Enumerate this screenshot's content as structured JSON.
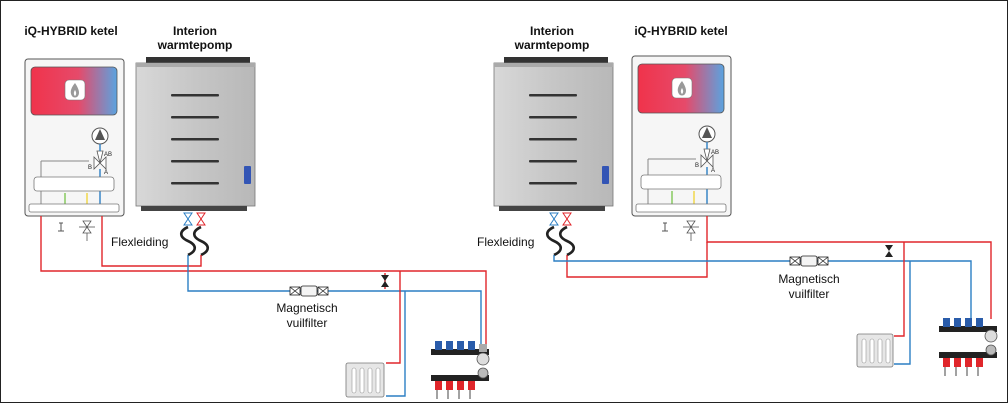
{
  "colors": {
    "supply": "#e0262b",
    "return": "#2c7fc4",
    "boiler_panel_top": "#f0334b",
    "boiler_panel_bottom": "#5aa3e0",
    "heatpump_body": "#c9c9c9"
  },
  "left_setup": {
    "boiler_title": "iQ-HYBRID ketel",
    "heatpump_title_line1": "Interion",
    "heatpump_title_line2": "warmtepomp",
    "flex_label": "Flexleiding",
    "filter_label_line1": "Magnetisch",
    "filter_label_line2": "vuilfilter",
    "valve_label_ab": "AB",
    "valve_label_b": "B",
    "valve_label_a": "A"
  },
  "right_setup": {
    "boiler_title": "iQ-HYBRID ketel",
    "heatpump_title_line1": "Interion",
    "heatpump_title_line2": "warmtepomp",
    "flex_label": "Flexleiding",
    "filter_label_line1": "Magnetisch",
    "filter_label_line2": "vuilfilter",
    "valve_label_ab": "AB",
    "valve_label_b": "B",
    "valve_label_a": "A"
  },
  "icons": {
    "flame": "flame-icon",
    "pump": "pump-icon",
    "three_way_valve": "three-way-valve-icon",
    "shutoff_valve": "shutoff-valve-icon",
    "radiator": "radiator-icon",
    "manifold": "underfloor-manifold-icon"
  }
}
